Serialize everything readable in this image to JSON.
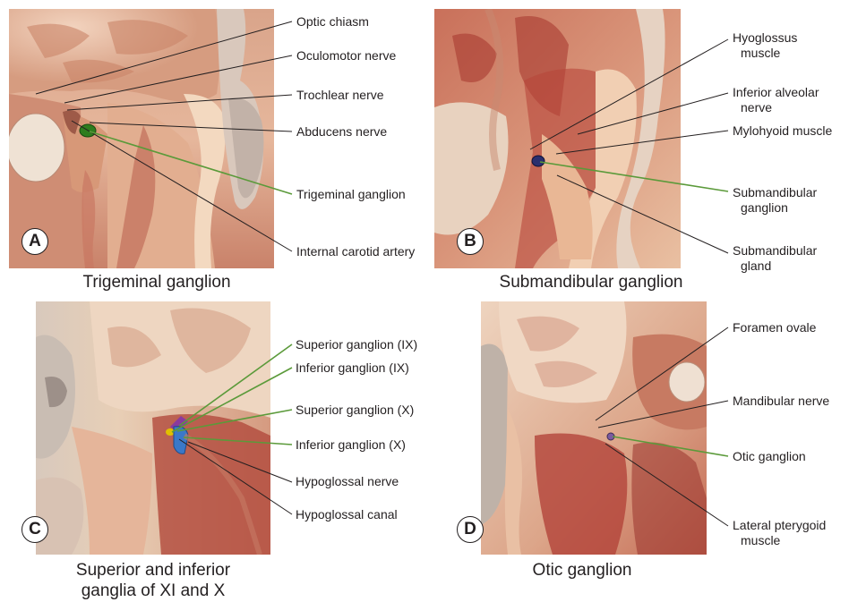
{
  "panels": {
    "a": {
      "badge": "A",
      "caption": "Trigeminal ganglion",
      "labels": {
        "optic_chiasm": "Optic chiasm",
        "oculomotor_nerve": "Oculomotor nerve",
        "trochlear_nerve": "Trochlear nerve",
        "abducens_nerve": "Abducens nerve",
        "trigeminal_ganglion": "Trigeminal ganglion",
        "internal_carotid_artery": "Internal carotid artery"
      }
    },
    "b": {
      "badge": "B",
      "caption": "Submandibular ganglion",
      "labels": {
        "hyoglossus_muscle_1": "Hyoglossus",
        "hyoglossus_muscle_2": "muscle",
        "inferior_alveolar_nerve_1": "Inferior alveolar",
        "inferior_alveolar_nerve_2": "nerve",
        "mylohyoid_muscle": "Mylohyoid muscle",
        "submandibular_ganglion_1": "Submandibular",
        "submandibular_ganglion_2": "ganglion",
        "submandibular_gland_1": "Submandibular",
        "submandibular_gland_2": "gland"
      }
    },
    "c": {
      "badge": "C",
      "caption_1": "Superior and inferior",
      "caption_2": "ganglia of XI and X",
      "labels": {
        "superior_ganglion_ix": "Superior ganglion (IX)",
        "inferior_ganglion_ix": "Inferior ganglion (IX)",
        "superior_ganglion_x": "Superior ganglion (X)",
        "inferior_ganglion_x": "Inferior ganglion (X)",
        "hypoglossal_nerve": "Hypoglossal nerve",
        "hypoglossal_canal": "Hypoglossal canal"
      }
    },
    "d": {
      "badge": "D",
      "caption": "Otic ganglion",
      "labels": {
        "foramen_ovale": "Foramen ovale",
        "mandibular_nerve": "Mandibular nerve",
        "otic_ganglion": "Otic ganglion",
        "lateral_pterygoid_muscle_1": "Lateral pterygoid",
        "lateral_pterygoid_muscle_2": "muscle"
      }
    }
  },
  "colors": {
    "ganglion_leader": "#5b9a3a",
    "leader": "#231f20",
    "trigeminal_ganglion": "#2e7d1e",
    "submandibular_ganglion": "#2a2f6e",
    "superior_ganglion_ix": "#8a3a9e",
    "inferior_ganglion_ix": "#e0c000",
    "vagus_ganglia": "#3a78c8",
    "otic_ganglion": "#7a5aa0"
  }
}
